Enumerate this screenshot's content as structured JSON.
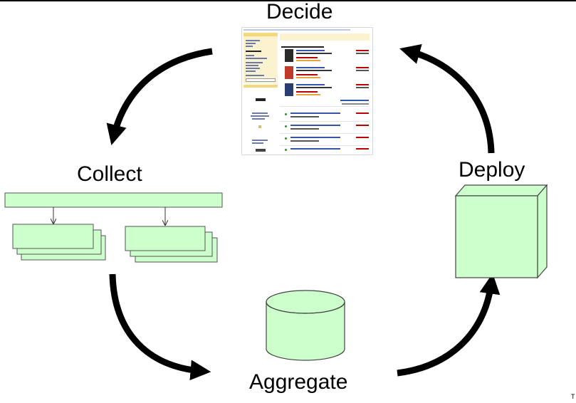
{
  "diagram": {
    "stages": {
      "decide": "Decide",
      "collect": "Collect",
      "aggregate": "Aggregate",
      "deploy": "Deploy"
    },
    "corner_mark": "T"
  },
  "colors": {
    "node_fill": "#ccffcc",
    "stroke": "#000000",
    "arrow": "#000000"
  },
  "icons": {
    "database": "cylinder-database-icon",
    "deploy_box": "cube-box-icon",
    "webpage": "webpage-screenshot-thumbnail"
  }
}
